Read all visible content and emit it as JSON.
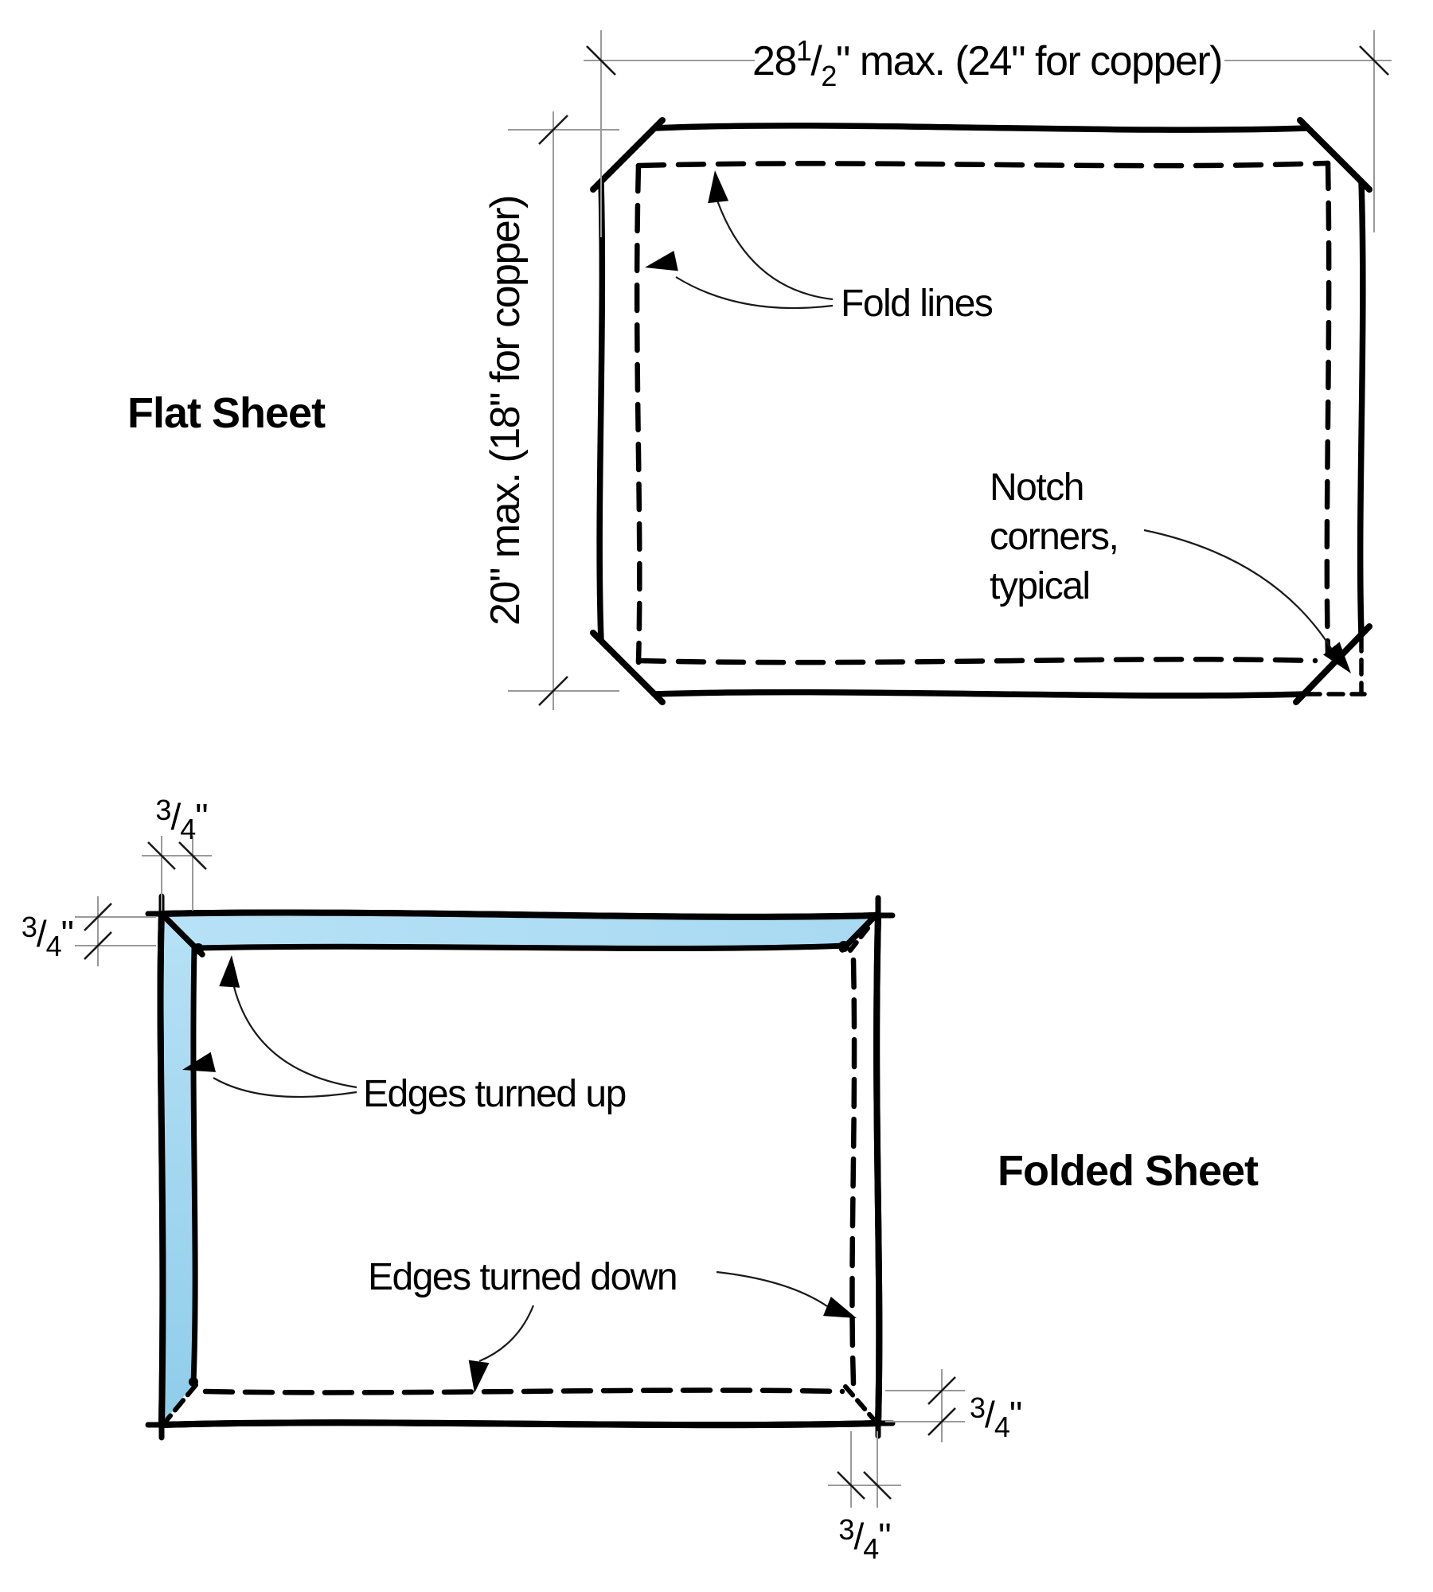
{
  "figure": {
    "flat": {
      "title": "Flat Sheet",
      "width_dim": {
        "whole": "28",
        "sup": "1",
        "slash": "/",
        "sub": "2",
        "rest": "\" max. (24\" for copper)"
      },
      "height_dim": "20\" max. (18\" for copper)",
      "fold_lines_label": "Fold lines",
      "notch": {
        "line1": "Notch",
        "line2": "corners,",
        "line3": "typical"
      }
    },
    "folded": {
      "title": "Folded Sheet",
      "edges_up_label": "Edges turned up",
      "edges_down_label": "Edges turned down",
      "flange": {
        "num": "3",
        "slash": "/",
        "den": "4",
        "unit": "\""
      }
    },
    "colors": {
      "sheet_fill": "#d4ecf9",
      "inner_fill_light": "#dcf0fb",
      "flange_top_fill": "#acdcf3",
      "flange_left_fill": "#93cfec",
      "outline": "#000000",
      "extension_line": "#9a9a9a",
      "background": "#ffffff"
    }
  }
}
